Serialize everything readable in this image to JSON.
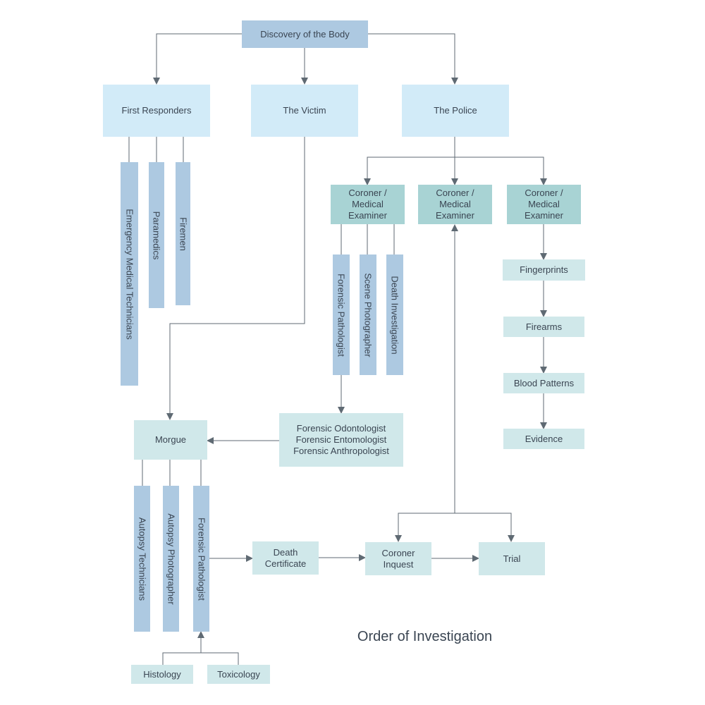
{
  "title": "Order of Investigation",
  "colors": {
    "box_dark": "#adc9e1",
    "box_light": "#d2ebf8",
    "box_teal": "#a8d3d4",
    "box_pale": "#d0e8ea",
    "connector": "#5f6a73",
    "text": "#3a4552"
  },
  "nodes": {
    "discovery": "Discovery of the Body",
    "first_responders": "First Responders",
    "victim": "The Victim",
    "police": "The Police",
    "emt": "Emergency Medical Technicians",
    "paramedics": "Paramedics",
    "firemen": "Firemen",
    "coroner_1": "Coroner /\nMedical\nExaminer",
    "coroner_2": "Coroner /\nMedical\nExaminer",
    "coroner_3": "Coroner /\nMedical\nExaminer",
    "forensic_pathologist_1": "Forensic Pathologist",
    "scene_photographer": "Scene Photographer",
    "death_investigation": "Death Investigation",
    "fingerprints": "Fingerprints",
    "firearms": "Firearms",
    "blood_patterns": "Blood Patterns",
    "evidence": "Evidence",
    "specialists": "Forensic Odontologist\nForensic Entomologist\nForensic Anthropologist",
    "morgue": "Morgue",
    "autopsy_technicians": "Autopsy Technicians",
    "autopsy_photographer": "Autopsy Photographer",
    "forensic_pathologist_2": "Forensic Pathologist",
    "death_certificate": "Death\nCertificate",
    "coroner_inquest": "Coroner\nInquest",
    "trial": "Trial",
    "histology": "Histology",
    "toxicology": "Toxicology"
  }
}
